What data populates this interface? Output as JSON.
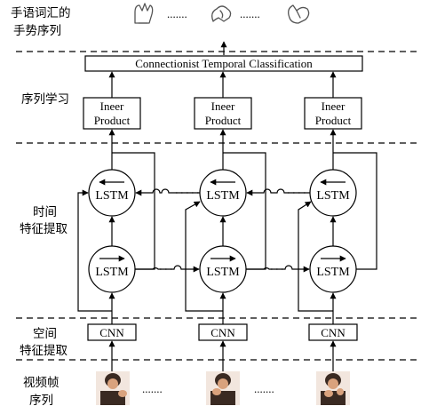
{
  "left_labels": {
    "gesture_sequence": [
      "手语词汇的",
      "手势序列"
    ],
    "sequence_learning": "序列学习",
    "temporal_features": [
      "时间",
      "特征提取"
    ],
    "spatial_features": [
      "空间",
      "特征提取"
    ],
    "video_frames": [
      "视频帧",
      "序列"
    ]
  },
  "ctc_label": "Connectionist Temporal Classification",
  "inner_product": [
    "Ineer",
    "Product"
  ],
  "lstm_label": "LSTM",
  "cnn_label": "CNN",
  "ellipsis": ".......",
  "icons": {
    "gesture": "hand-gesture-icon",
    "frame": "video-frame-thumbnail"
  }
}
